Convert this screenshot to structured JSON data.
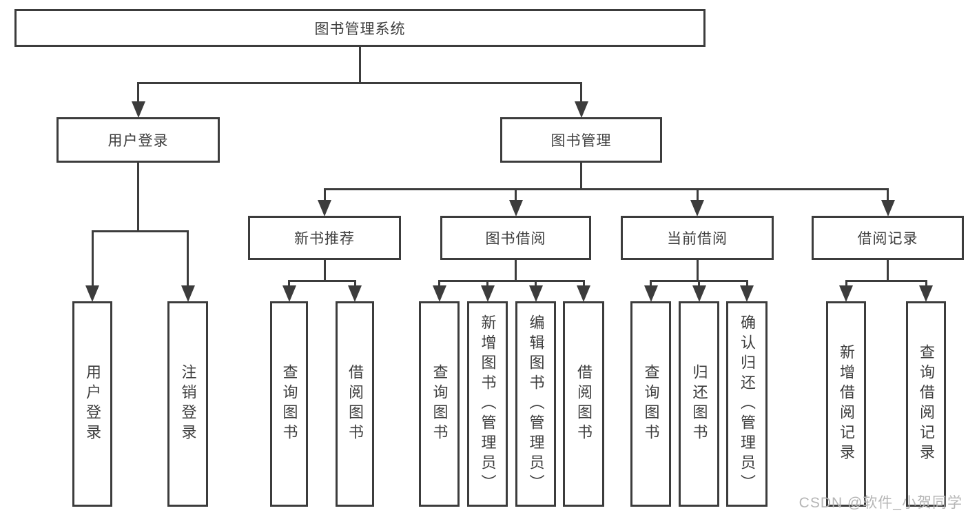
{
  "tree": {
    "label": "图书管理系统",
    "children": [
      {
        "label": "用户登录",
        "children": [
          {
            "label": "用户登录"
          },
          {
            "label": "注销登录"
          }
        ]
      },
      {
        "label": "图书管理",
        "children": [
          {
            "label": "新书推荐",
            "children": [
              {
                "label": "查询图书"
              },
              {
                "label": "借阅图书"
              }
            ]
          },
          {
            "label": "图书借阅",
            "children": [
              {
                "label": "查询图书"
              },
              {
                "label": "新增图书（管理员）"
              },
              {
                "label": "编辑图书（管理员）"
              },
              {
                "label": "借阅图书"
              }
            ]
          },
          {
            "label": "当前借阅",
            "children": [
              {
                "label": "查询图书"
              },
              {
                "label": "归还图书"
              },
              {
                "label": "确认归还（管理员）"
              }
            ]
          },
          {
            "label": "借阅记录",
            "children": [
              {
                "label": "新增借阅记录"
              },
              {
                "label": "查询借阅记录"
              }
            ]
          }
        ]
      }
    ]
  },
  "watermark": {
    "text": "CSDN @软件_小贺同学"
  },
  "colors": {
    "line": "#3c3c3c",
    "text": "#3d3d3d",
    "watermark": "#b5b5b5",
    "background": "#ffffff"
  }
}
